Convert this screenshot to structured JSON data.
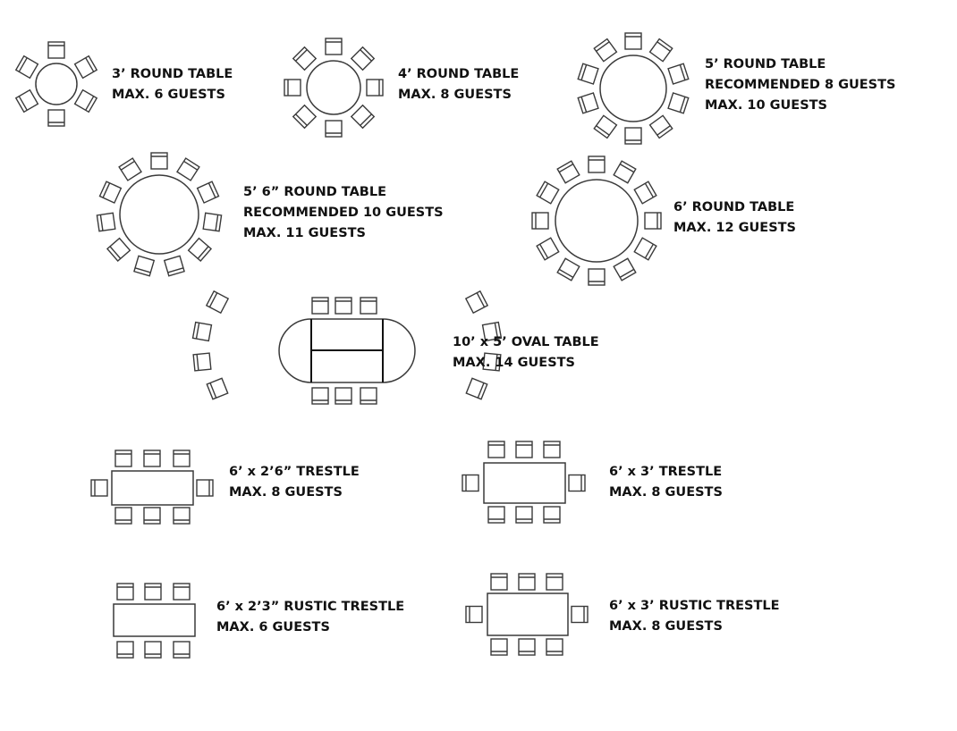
{
  "tables": [
    {
      "id": "round-3ft",
      "kind": "round",
      "lines": [
        "3’ ROUND TABLE",
        "MAX. 6 GUESTS"
      ],
      "max_guests": 6
    },
    {
      "id": "round-4ft",
      "kind": "round",
      "lines": [
        "4’ ROUND TABLE",
        "MAX. 8 GUESTS"
      ],
      "max_guests": 8
    },
    {
      "id": "round-5ft",
      "kind": "round",
      "lines": [
        "5’ ROUND TABLE",
        "RECOMMENDED 8 GUESTS",
        "MAX. 10 GUESTS"
      ],
      "max_guests": 10
    },
    {
      "id": "round-5ft6",
      "kind": "round",
      "lines": [
        "5’ 6” ROUND TABLE",
        "RECOMMENDED 10 GUESTS",
        "MAX. 11 GUESTS"
      ],
      "max_guests": 11
    },
    {
      "id": "round-6ft",
      "kind": "round",
      "lines": [
        "6’ ROUND TABLE",
        "MAX. 12 GUESTS"
      ],
      "max_guests": 12
    },
    {
      "id": "oval-10x5",
      "kind": "oval",
      "lines": [
        "10’ x 5’ OVAL TABLE",
        "MAX. 14 GUESTS"
      ],
      "max_guests": 14
    },
    {
      "id": "trestle-6x2-6",
      "kind": "rect",
      "lines": [
        "6’ x 2’6” TRESTLE",
        "MAX. 8 GUESTS"
      ],
      "max_guests": 8
    },
    {
      "id": "trestle-6x3",
      "kind": "rect",
      "lines": [
        "6’ x 3’ TRESTLE",
        "MAX. 8 GUESTS"
      ],
      "max_guests": 8
    },
    {
      "id": "rustic-6x2-3",
      "kind": "rect",
      "lines": [
        "6’ x 2’3” RUSTIC TRESTLE",
        "MAX. 6 GUESTS"
      ],
      "max_guests": 6
    },
    {
      "id": "rustic-6x3",
      "kind": "rect",
      "lines": [
        "6’ x 3’ RUSTIC TRESTLE",
        "MAX. 8 GUESTS"
      ],
      "max_guests": 8
    }
  ]
}
